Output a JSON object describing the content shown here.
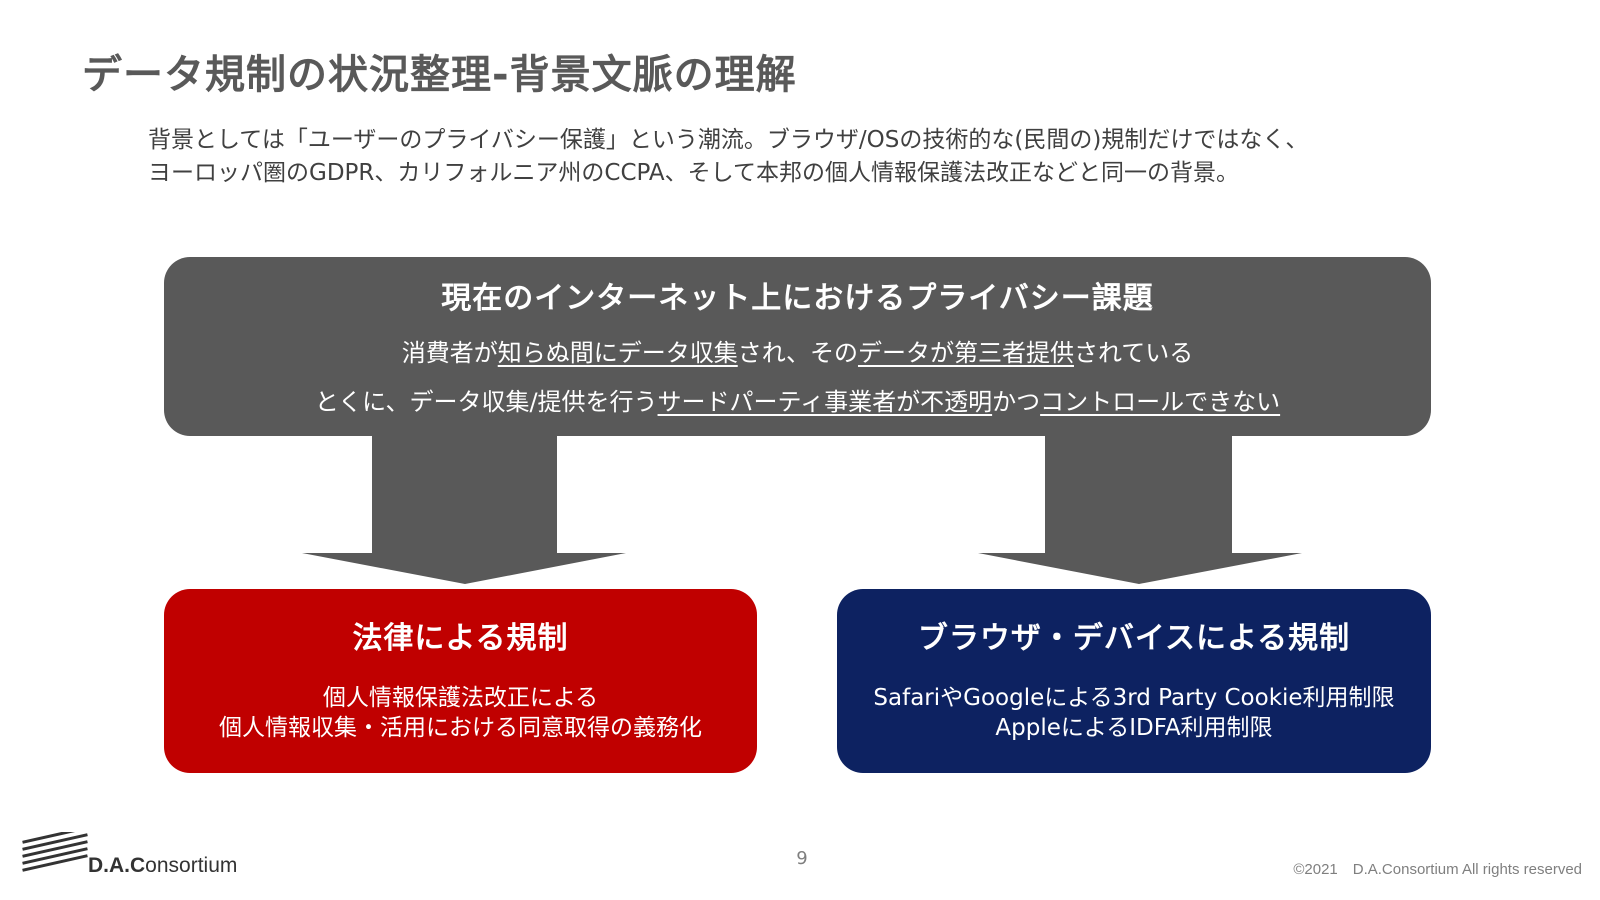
{
  "title": "データ規制の状況整理-背景文脈の理解",
  "intro": {
    "line1": "背景としては「ユーザーのプライバシー保護」という潮流。ブラウザ/OSの技術的な(民間の)規制だけではなく、",
    "line2": "ヨーロッパ圏のGDPR、カリフォルニア州のCCPA、そして本邦の個人情報保護法改正などと同一の背景。"
  },
  "issue_box": {
    "heading": "現在のインターネット上におけるプライバシー課題",
    "line1": {
      "a": "消費者が",
      "b": "知らぬ間にデータ収集",
      "c": "され、その",
      "d": "データが第三者提供",
      "e": "されている"
    },
    "line2": {
      "a": "とくに、データ収集/提供を行う",
      "b": "サードパーティ事業者が不透明",
      "c": "かつ",
      "d": "コントロールできない"
    }
  },
  "law_box": {
    "heading": "法律による規制",
    "line1": "個人情報保護法改正による",
    "line2": "個人情報収集・活用における同意取得の義務化"
  },
  "browser_box": {
    "heading": "ブラウザ・デバイスによる規制",
    "line1": "SafariやGoogleによる3rd Party Cookie利用制限",
    "line2": "AppleによるIDFA利用制限"
  },
  "footer": {
    "logo_text_bold": "D.A.C",
    "logo_text_rest": "onsortium",
    "page_number": "9",
    "copyright": "©2021　D.A.Consortium All rights reserved"
  },
  "colors": {
    "title": "#595959",
    "issue_box": "#595959",
    "arrow": "#595959",
    "law_box": "#c00000",
    "browser_box": "#0d2261"
  }
}
